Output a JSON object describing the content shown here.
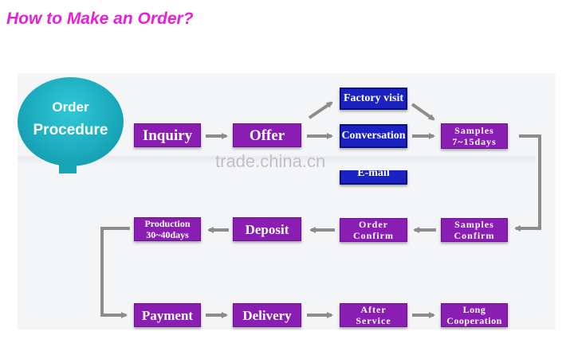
{
  "title": "How to Make an Order?",
  "circle": {
    "line1": "Order",
    "line2": "Procedure"
  },
  "steps": {
    "inquiry": "Inquiry",
    "offer": "Offer",
    "factory_visit": "Factory visit",
    "conversation": "Conversation",
    "email": "E-mail",
    "samples": {
      "line1": "Samples",
      "line2": "7~15days"
    },
    "samples_confirm": {
      "line1": "Samples",
      "line2": "Confirm"
    },
    "order_confirm": {
      "line1": "Order",
      "line2": "Confirm"
    },
    "deposit": "Deposit",
    "production": {
      "line1": "Production",
      "line2": "30~40days"
    },
    "payment": "Payment",
    "delivery": "Delivery",
    "after_service": {
      "line1": "After",
      "line2": "Service"
    },
    "long_cooperation": {
      "line1": "Long",
      "line2": "Cooperation"
    }
  },
  "watermark": "trade.china.cn",
  "colors": {
    "title": "#e81fd6",
    "purple_box": "#8a1eb3",
    "blue_box": "#1a22c4",
    "circle": "#19a9bb",
    "arrow": "#8c8c8c"
  }
}
